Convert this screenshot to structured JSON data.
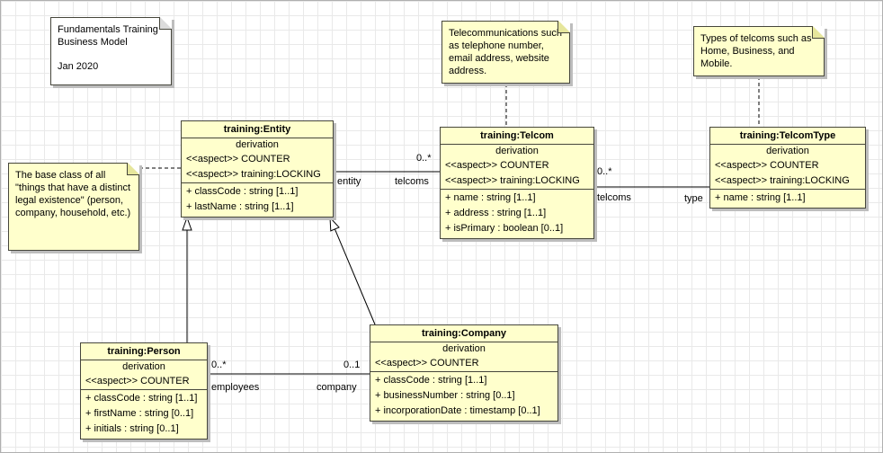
{
  "diagram": {
    "type": "uml-class-diagram",
    "grid": true
  },
  "colors": {
    "class_fill": "#FFFFCC",
    "note_fill": "#FFFFCC",
    "plain_note_fill": "#FFFFFF",
    "border": "#46463C",
    "shadow": "#BDBDBD",
    "grid_line": "#E9E9E9"
  },
  "notes": {
    "model": {
      "title": "Fundamentals Training Business Model",
      "date": "Jan 2020"
    },
    "telcom": {
      "text": "Telecommunications such as telephone number, email address, website address."
    },
    "telcom_type": {
      "text": "Types of telcoms such as Home, Business, and Mobile."
    },
    "entity": {
      "text": "The base class of all \"things that have a distinct legal existence\" (person, company, household, etc.)"
    }
  },
  "classes": {
    "entity": {
      "name": "training:Entity",
      "secondary": "derivation",
      "stereotypes": [
        "<<aspect>> COUNTER",
        "<<aspect>> training:LOCKING"
      ],
      "attributes": [
        "+ classCode : string [1..1]",
        "+ lastName : string [1..1]"
      ]
    },
    "telcom": {
      "name": "training:Telcom",
      "secondary": "derivation",
      "stereotypes": [
        "<<aspect>> COUNTER",
        "<<aspect>> training:LOCKING"
      ],
      "attributes": [
        "+ name : string [1..1]",
        "+ address : string [1..1]",
        "+ isPrimary : boolean [0..1]"
      ]
    },
    "telcom_type": {
      "name": "training:TelcomType",
      "secondary": "derivation",
      "stereotypes": [
        "<<aspect>> COUNTER",
        "<<aspect>> training:LOCKING"
      ],
      "attributes": [
        "+ name : string [1..1]"
      ]
    },
    "person": {
      "name": "training:Person",
      "secondary": "derivation",
      "stereotypes": [
        "<<aspect>> COUNTER"
      ],
      "attributes": [
        "+ classCode : string [1..1]",
        "+ firstName : string [0..1]",
        "+ initials : string [0..1]"
      ]
    },
    "company": {
      "name": "training:Company",
      "secondary": "derivation",
      "stereotypes": [
        "<<aspect>> COUNTER"
      ],
      "attributes": [
        "+ classCode : string [1..1]",
        "+ businessNumber : string [0..1]",
        "+ incorporationDate : timestamp [0..1]"
      ]
    }
  },
  "connectors": {
    "entity_telcom": {
      "source_role": "entity",
      "target_role": "telcoms",
      "target_mult": "0..*"
    },
    "telcom_telcomtype": {
      "source_mult": "0..*",
      "source_role": "telcoms",
      "target_role": "type"
    },
    "person_company": {
      "source_mult": "0..*",
      "source_role": "employees",
      "target_mult": "0..1",
      "target_role": "company"
    },
    "person_entity": {
      "type": "generalization"
    },
    "company_entity": {
      "type": "generalization"
    }
  }
}
